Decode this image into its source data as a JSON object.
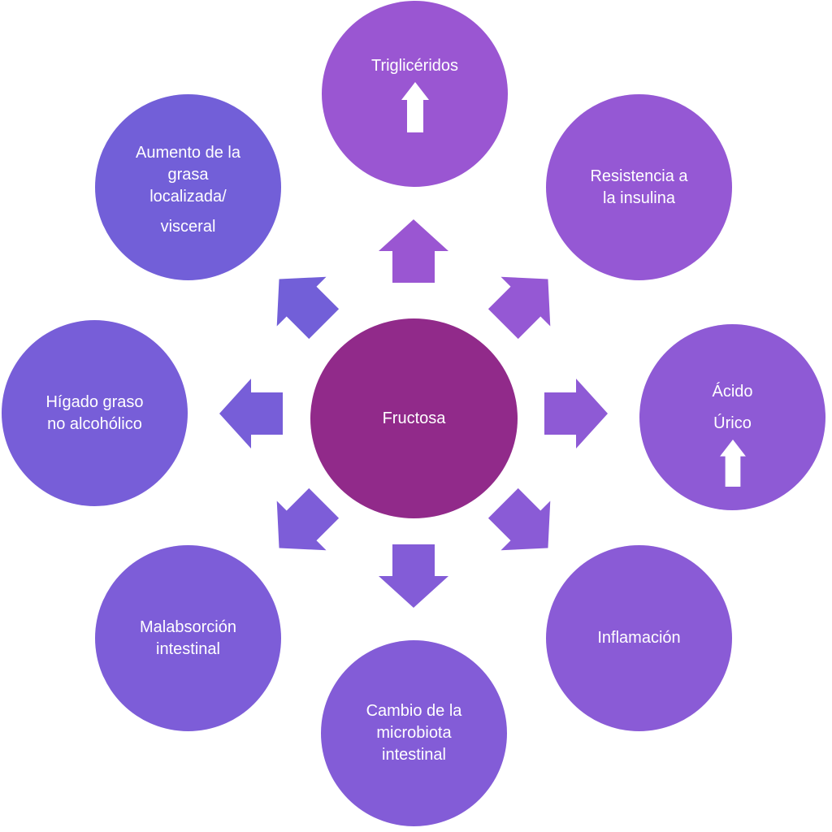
{
  "center": {
    "label": "Fructosa",
    "color": "#912A8A"
  },
  "nodes": [
    {
      "id": "trigliceridos",
      "lines": [
        "Triglicéridos"
      ],
      "indicator": "up-arrow",
      "color": "#9A56D2",
      "direction": "up"
    },
    {
      "id": "resistencia-insulina",
      "lines": [
        "Resistencia a",
        "la insulina"
      ],
      "indicator": null,
      "color": "#9558D4",
      "direction": "up-right"
    },
    {
      "id": "acido-urico",
      "lines": [
        "Ácido",
        "Úrico"
      ],
      "indicator": "up-arrow",
      "color": "#8E5AD5",
      "direction": "right"
    },
    {
      "id": "inflamacion",
      "lines": [
        "Inflamación"
      ],
      "indicator": null,
      "color": "#8A5BD6",
      "direction": "down-right"
    },
    {
      "id": "microbiota",
      "lines": [
        "Cambio de la",
        "microbiota",
        "intestinal"
      ],
      "indicator": null,
      "color": "#835CD7",
      "direction": "down"
    },
    {
      "id": "malabsorcion",
      "lines": [
        "Malabsorción",
        "intestinal"
      ],
      "indicator": null,
      "color": "#7D5DD8",
      "direction": "down-left"
    },
    {
      "id": "higado-graso",
      "lines": [
        "Hígado graso",
        "no alcohólico"
      ],
      "indicator": null,
      "color": "#775ED8",
      "direction": "left"
    },
    {
      "id": "grasa-visceral",
      "lines": [
        "Aumento de la",
        "grasa",
        "localizada/",
        "visceral"
      ],
      "indicator": null,
      "color": "#725FD8",
      "direction": "up-left"
    }
  ]
}
